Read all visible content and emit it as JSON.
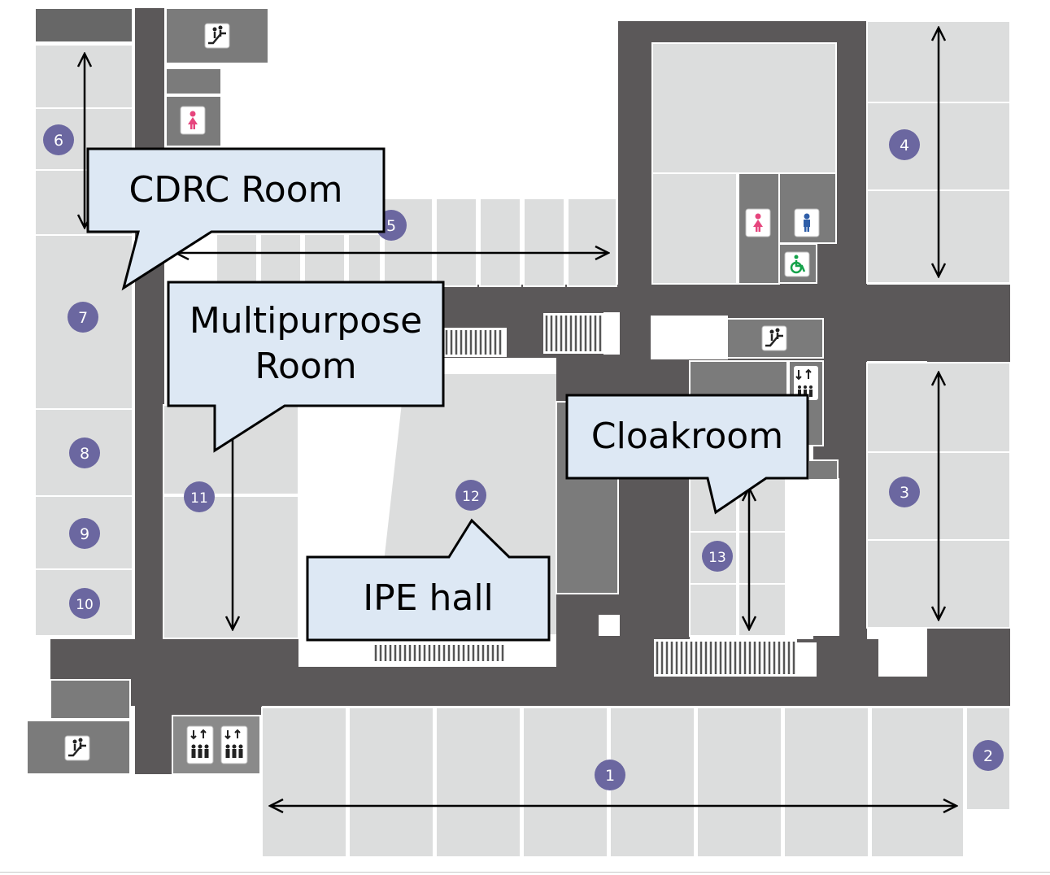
{
  "colors": {
    "corridor": "#5b5859",
    "room": "#dcdddd",
    "service_room": "#7b7b7b",
    "dark_block": "#676767",
    "room_badge": "#6b67a0",
    "callout_fill": "#dde8f4",
    "callout_border": "#000000",
    "arrow": "#000000",
    "female_symbol": "#e6457d",
    "male_symbol": "#2f5ea8",
    "accessible_symbol": "#15a24a"
  },
  "icons": {
    "escalator": "escalator-icon",
    "elevator": "elevator-icon",
    "female_restroom": "female-restroom-icon",
    "male_restroom": "male-restroom-icon",
    "accessible_restroom": "accessible-restroom-icon"
  },
  "rooms": [
    {
      "number": "1"
    },
    {
      "number": "2"
    },
    {
      "number": "3"
    },
    {
      "number": "4"
    },
    {
      "number": "5"
    },
    {
      "number": "6"
    },
    {
      "number": "7"
    },
    {
      "number": "8"
    },
    {
      "number": "9"
    },
    {
      "number": "10"
    },
    {
      "number": "11"
    },
    {
      "number": "12"
    },
    {
      "number": "13"
    }
  ],
  "callouts": {
    "cdrc": "CDRC Room",
    "multipurpose": "Multipurpose\nRoom",
    "ipe": "IPE hall",
    "cloakroom": "Cloakroom"
  }
}
